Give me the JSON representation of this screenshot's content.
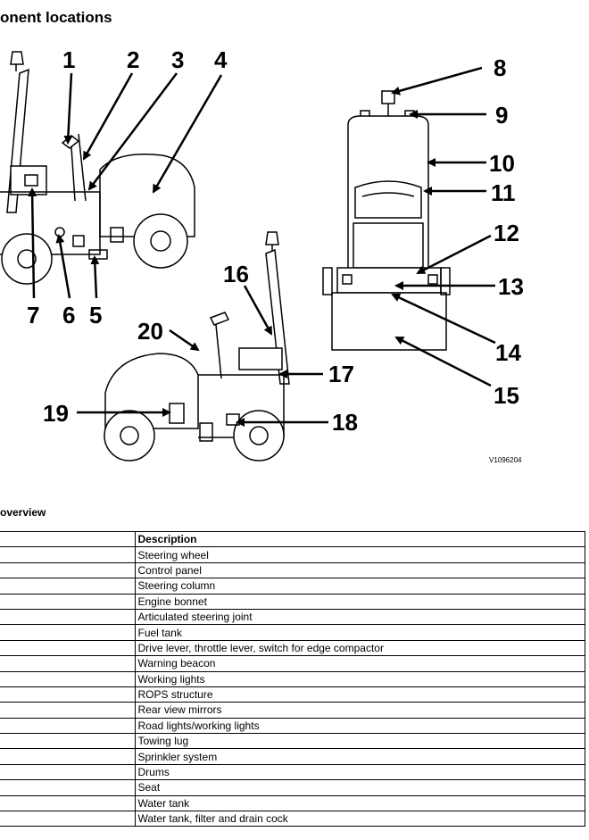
{
  "page": {
    "title": "onent locations",
    "figure_id": "V1096204",
    "overview_title": "overview"
  },
  "callouts": [
    "1",
    "2",
    "3",
    "4",
    "5",
    "6",
    "7",
    "8",
    "9",
    "10",
    "11",
    "12",
    "13",
    "14",
    "15",
    "16",
    "17",
    "18",
    "19",
    "20"
  ],
  "table": {
    "headers": [
      "",
      "Description"
    ],
    "rows": [
      "Steering wheel",
      "Control panel",
      "Steering column",
      "Engine bonnet",
      "Articulated steering joint",
      "Fuel tank",
      "Drive lever, throttle lever, switch for edge compactor",
      "Warning beacon",
      "Working lights",
      "ROPS structure",
      "Rear view mirrors",
      "Road lights/working lights",
      "Towing lug",
      "Sprinkler system",
      "Drums",
      "Seat",
      "Water tank",
      "Water tank, filter and drain cock"
    ]
  }
}
